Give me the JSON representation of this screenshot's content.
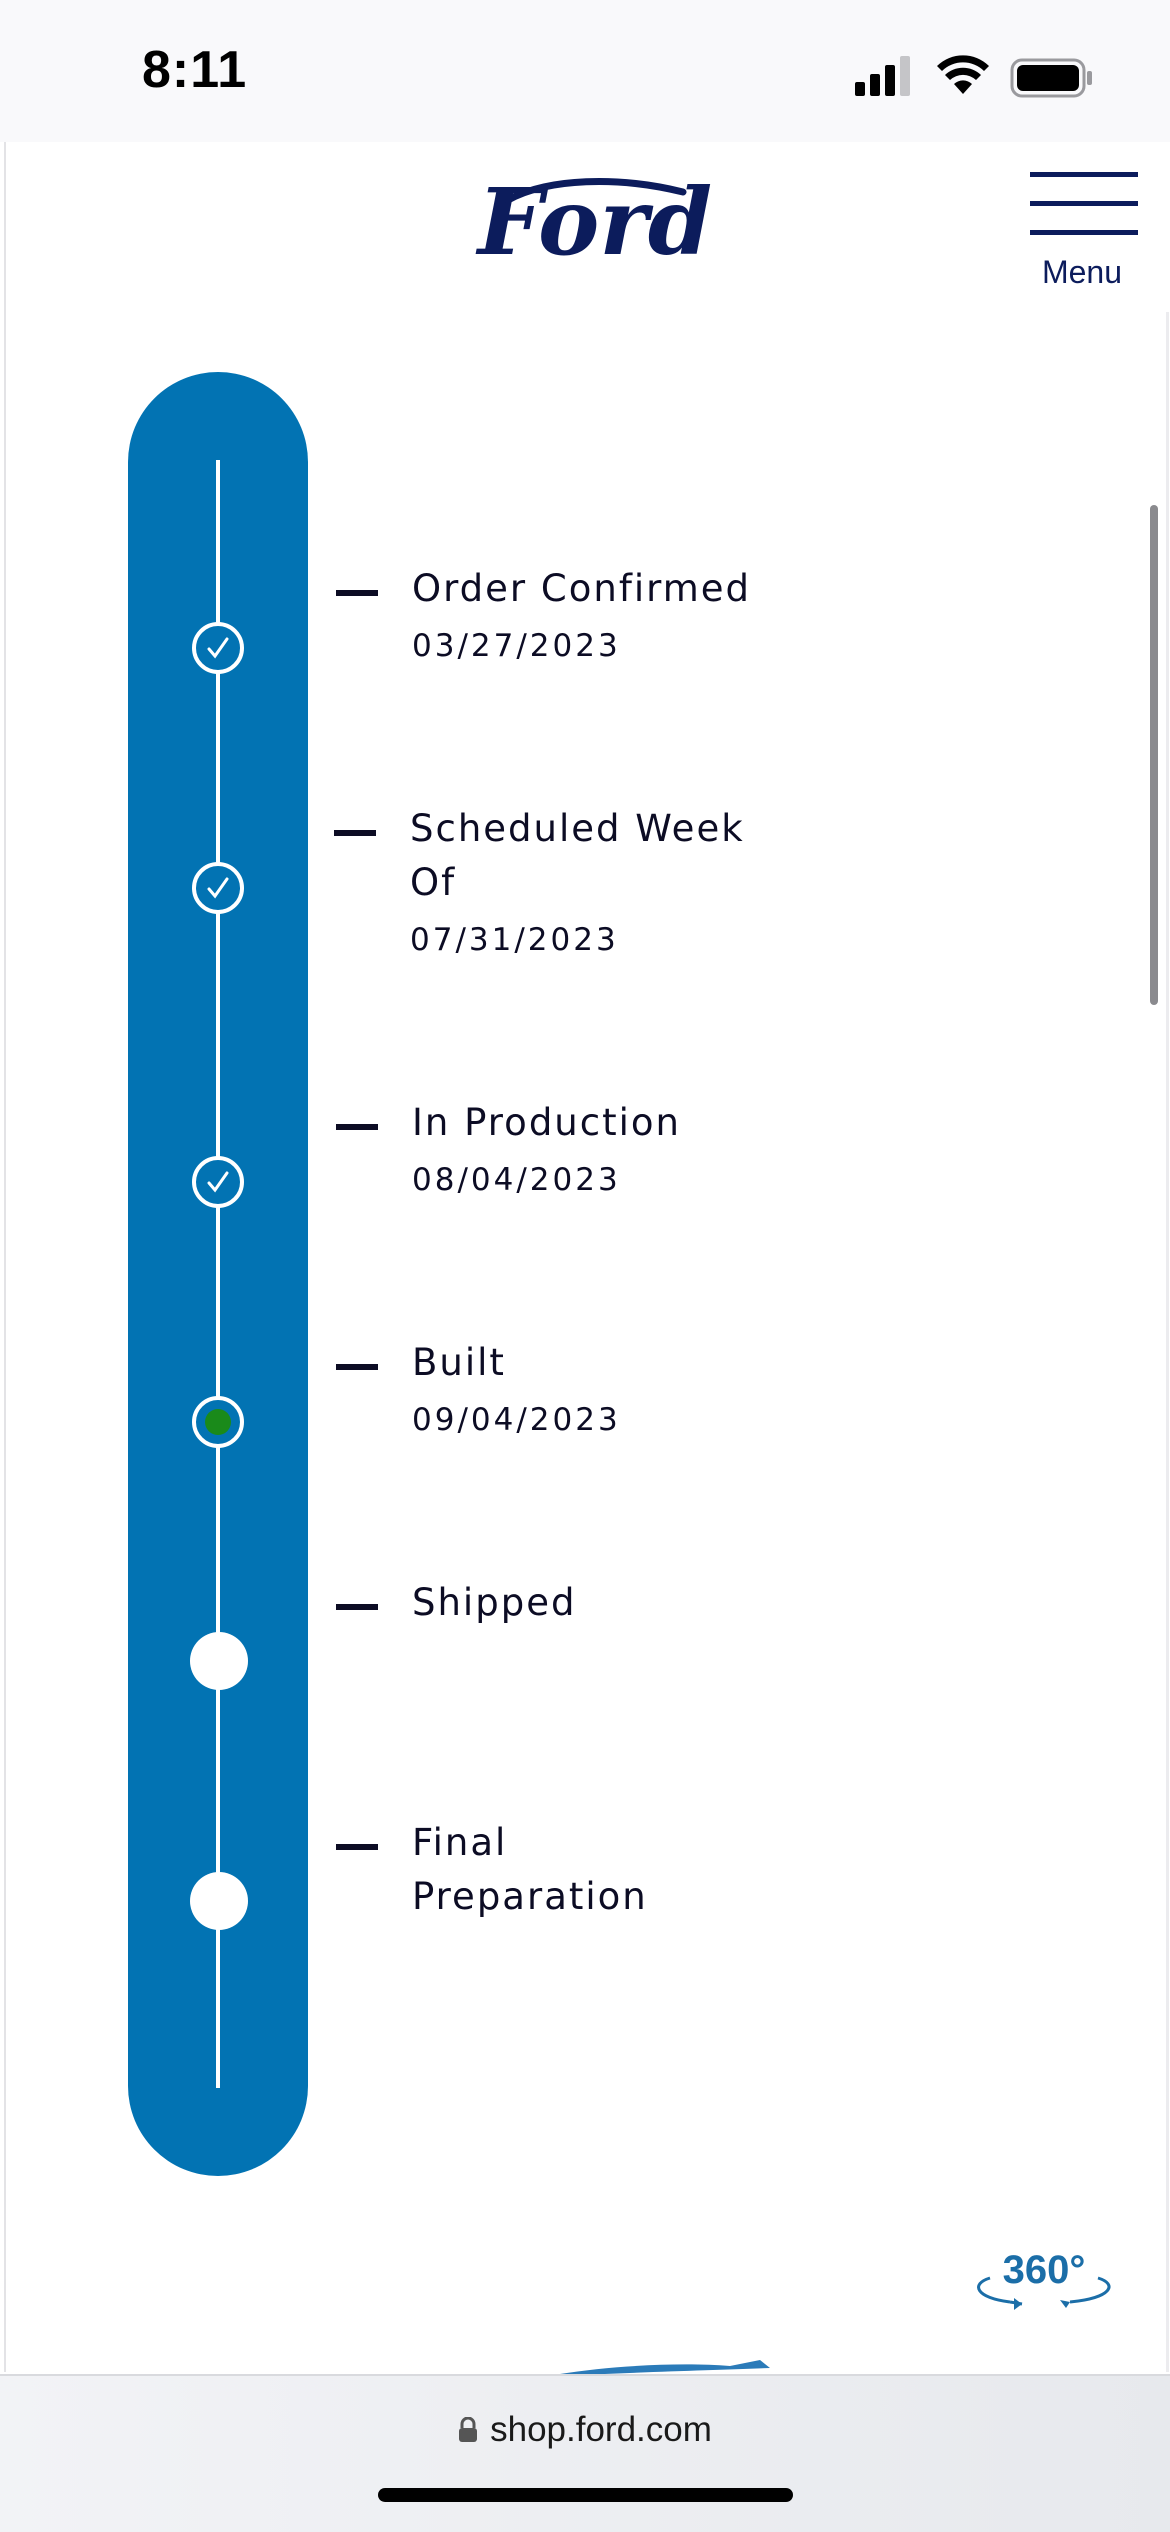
{
  "status_bar": {
    "time": "8:11"
  },
  "header": {
    "brand": "Ford",
    "menu_label": "Menu"
  },
  "tracker": {
    "steps": [
      {
        "title": "Order Confirmed",
        "date": "03/27/2023",
        "state": "complete"
      },
      {
        "title": "Scheduled Week Of",
        "date": "07/31/2023",
        "state": "complete"
      },
      {
        "title": "In Production",
        "date": "08/04/2023",
        "state": "complete"
      },
      {
        "title": "Built",
        "date": "09/04/2023",
        "state": "current"
      },
      {
        "title": "Shipped",
        "date": "",
        "state": "pending"
      },
      {
        "title": "Final Preparation",
        "date": "",
        "state": "pending"
      }
    ]
  },
  "view_360": {
    "label": "360°"
  },
  "browser": {
    "url": "shop.ford.com"
  },
  "colors": {
    "tracker_blue": "#0273b3",
    "ford_navy": "#0c1c5c",
    "current_dot": "#1a8a1a"
  }
}
